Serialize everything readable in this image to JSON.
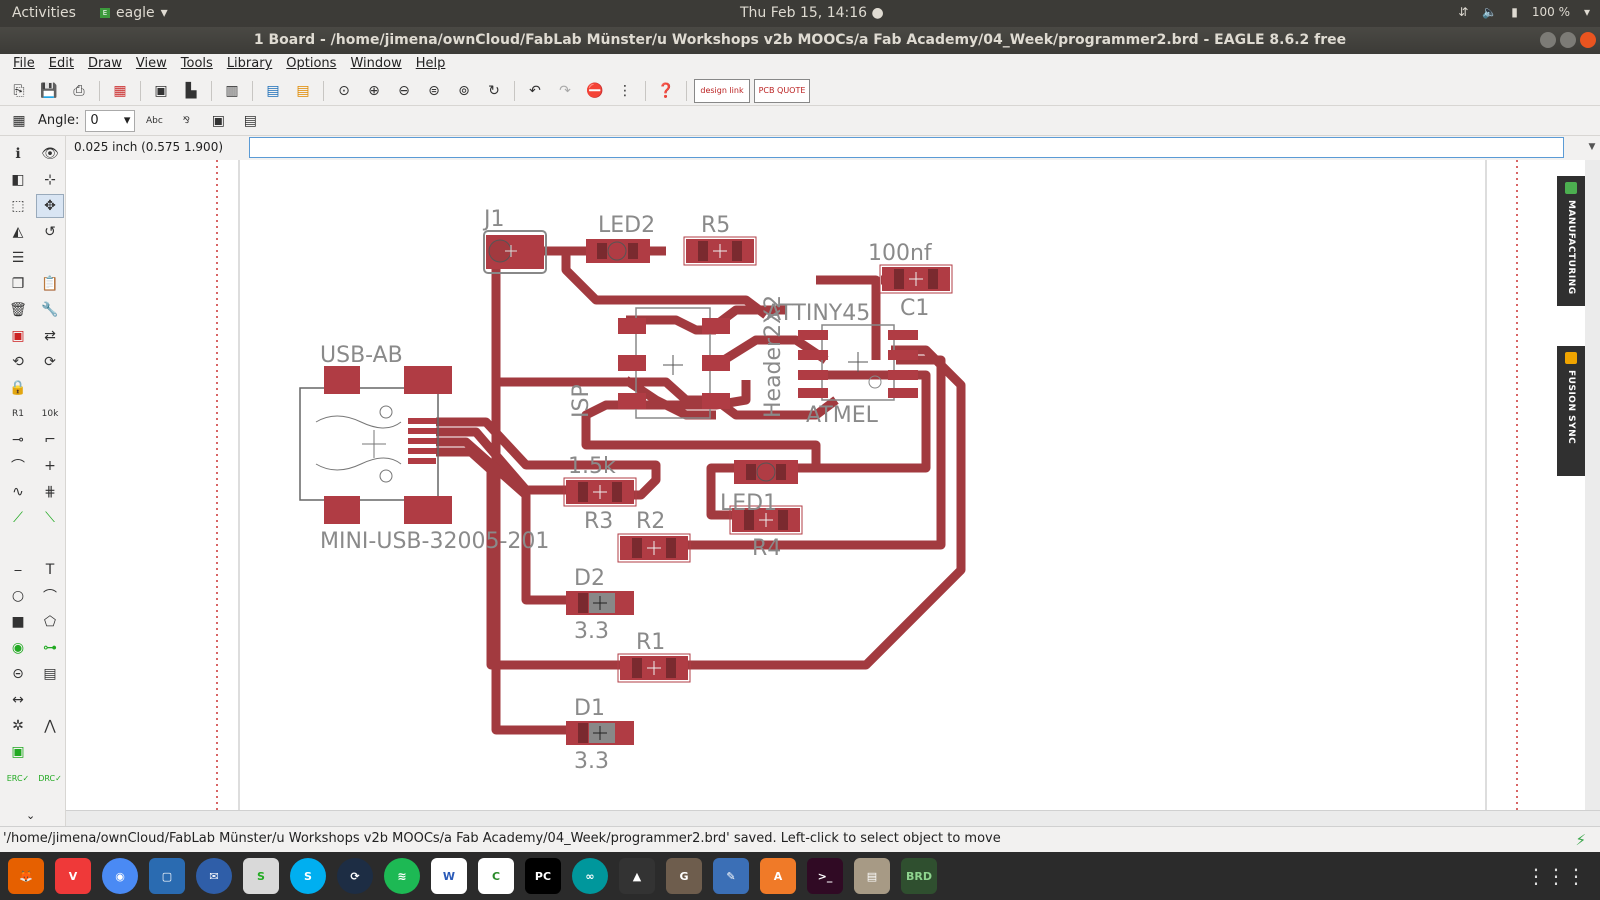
{
  "topbar": {
    "activities": "Activities",
    "app_name": "eagle",
    "clock": "Thu Feb 15, 14:16",
    "battery": "100 %"
  },
  "window": {
    "title": "1 Board - /home/jimena/ownCloud/FabLab Münster/u Workshops v2b MOOCs/a Fab Academy/04_Week/programmer2.brd - EAGLE 8.6.2 free"
  },
  "menu": [
    "File",
    "Edit",
    "Draw",
    "View",
    "Tools",
    "Library",
    "Options",
    "Window",
    "Help"
  ],
  "toolbar2": {
    "angle_label": "Angle:",
    "angle_value": "0"
  },
  "coord_display": "0.025 inch (0.575 1.900)",
  "side_tabs": {
    "manufacturing": "MANUFACTURING",
    "fusion_sync": "FUSION SYNC"
  },
  "board": {
    "trace_color": "#a23a3f",
    "pad_color": "#b03c44",
    "label_color": "#8a8a8a",
    "labels": {
      "j1": "J1",
      "led2": "LED2",
      "r5": "R5",
      "c1_value": "100nf",
      "c1": "C1",
      "attiny": "ATTINY45",
      "header": "Header2X2",
      "isp": "ISP",
      "atmel": "ATMEL",
      "usb_ab": "USB-AB",
      "usb_part": "MINI-USB-32005-201",
      "r_1_5k": "1.5k",
      "led1": "LED1",
      "r3": "R3",
      "r2": "R2",
      "r4": "R4",
      "d2": "D2",
      "d2_value": "3.3",
      "r1": "R1",
      "d1": "D1",
      "d1_value": "3.3"
    }
  },
  "status": {
    "message": "'/home/jimena/ownCloud/FabLab Münster/u Workshops v2b MOOCs/a Fab Academy/04_Week/programmer2.brd' saved. Left-click to select object to move"
  },
  "dock": [
    "firefox-icon",
    "vivaldi-icon",
    "chrome-icon",
    "screenshot-icon",
    "thunderbird-icon",
    "sheets-icon",
    "skype-icon",
    "owncloud-icon",
    "spotify-icon",
    "writer-icon",
    "calc-icon",
    "pycharm-icon",
    "arduino-icon",
    "inkscape-icon",
    "gimp-icon",
    "editor-icon",
    "software-icon",
    "terminal-icon",
    "files-icon",
    "eagle-icon"
  ]
}
